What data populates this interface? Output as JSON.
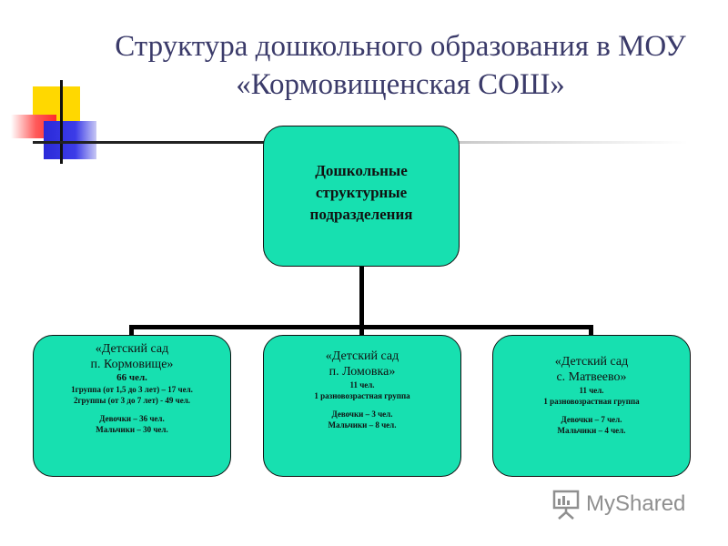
{
  "title": "Структура дошкольного образования в МОУ «Кормовищенская СОШ»",
  "root": {
    "label": "Дошкольные\nструктурные\nподразделения"
  },
  "children": [
    {
      "name_line1": "«Детский сад",
      "name_line2": "п. Кормовище»",
      "count": "66 чел.",
      "group1": "1группа (от 1,5 до 3 лет) – 17 чел.",
      "group2": "2группы (от 3 до 7 лет) - 49 чел.",
      "girls": "Девочки – 36 чел.",
      "boys": "Мальчики – 30 чел."
    },
    {
      "name_line1": "«Детский сад",
      "name_line2": "п. Ломовка»",
      "count": "11 чел.",
      "group1": "1 разновозрастная группа",
      "girls": "Девочки – 3 чел.",
      "boys": "Мальчики – 8 чел."
    },
    {
      "name_line1": "«Детский сад",
      "name_line2": "с. Матвеево»",
      "count": "11 чел.",
      "group1": "1 разновозрастная группа",
      "girls": "Девочки – 7 чел.",
      "boys": "Мальчики – 4 чел."
    }
  ],
  "watermark": {
    "text": "MyShared",
    "icon": "presentation-board-icon"
  },
  "colors": {
    "box_fill": "#17e0b0",
    "title": "#3b3b6a",
    "connector": "#000000"
  }
}
